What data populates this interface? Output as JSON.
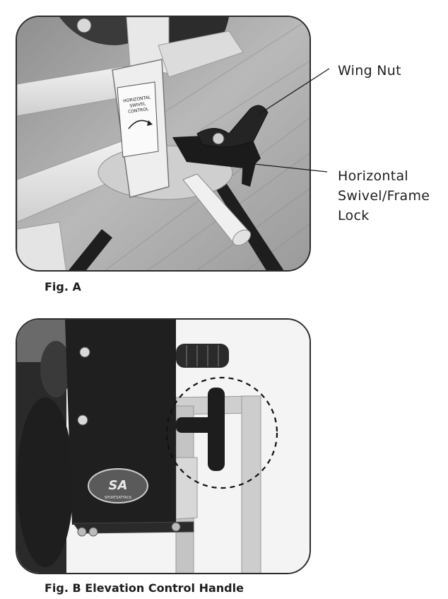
{
  "figure_a": {
    "caption": "Fig. A",
    "callouts": {
      "wing_nut": "Wing Nut",
      "swivel_lock": [
        "Horizontal",
        "Swivel/Frame",
        "Lock"
      ]
    },
    "plate_text": [
      "HORIZONTAL",
      "SWIVEL",
      "CONTROL"
    ]
  },
  "figure_b": {
    "caption": "Fig. B Elevation Control Handle",
    "logo_text": "SPORTSATTACK"
  },
  "colors": {
    "frame_outline": "#2c2c2c",
    "metal_light": "#e6e6e6",
    "metal_dark": "#1c1c1c",
    "floor": "#a9a9a9"
  }
}
